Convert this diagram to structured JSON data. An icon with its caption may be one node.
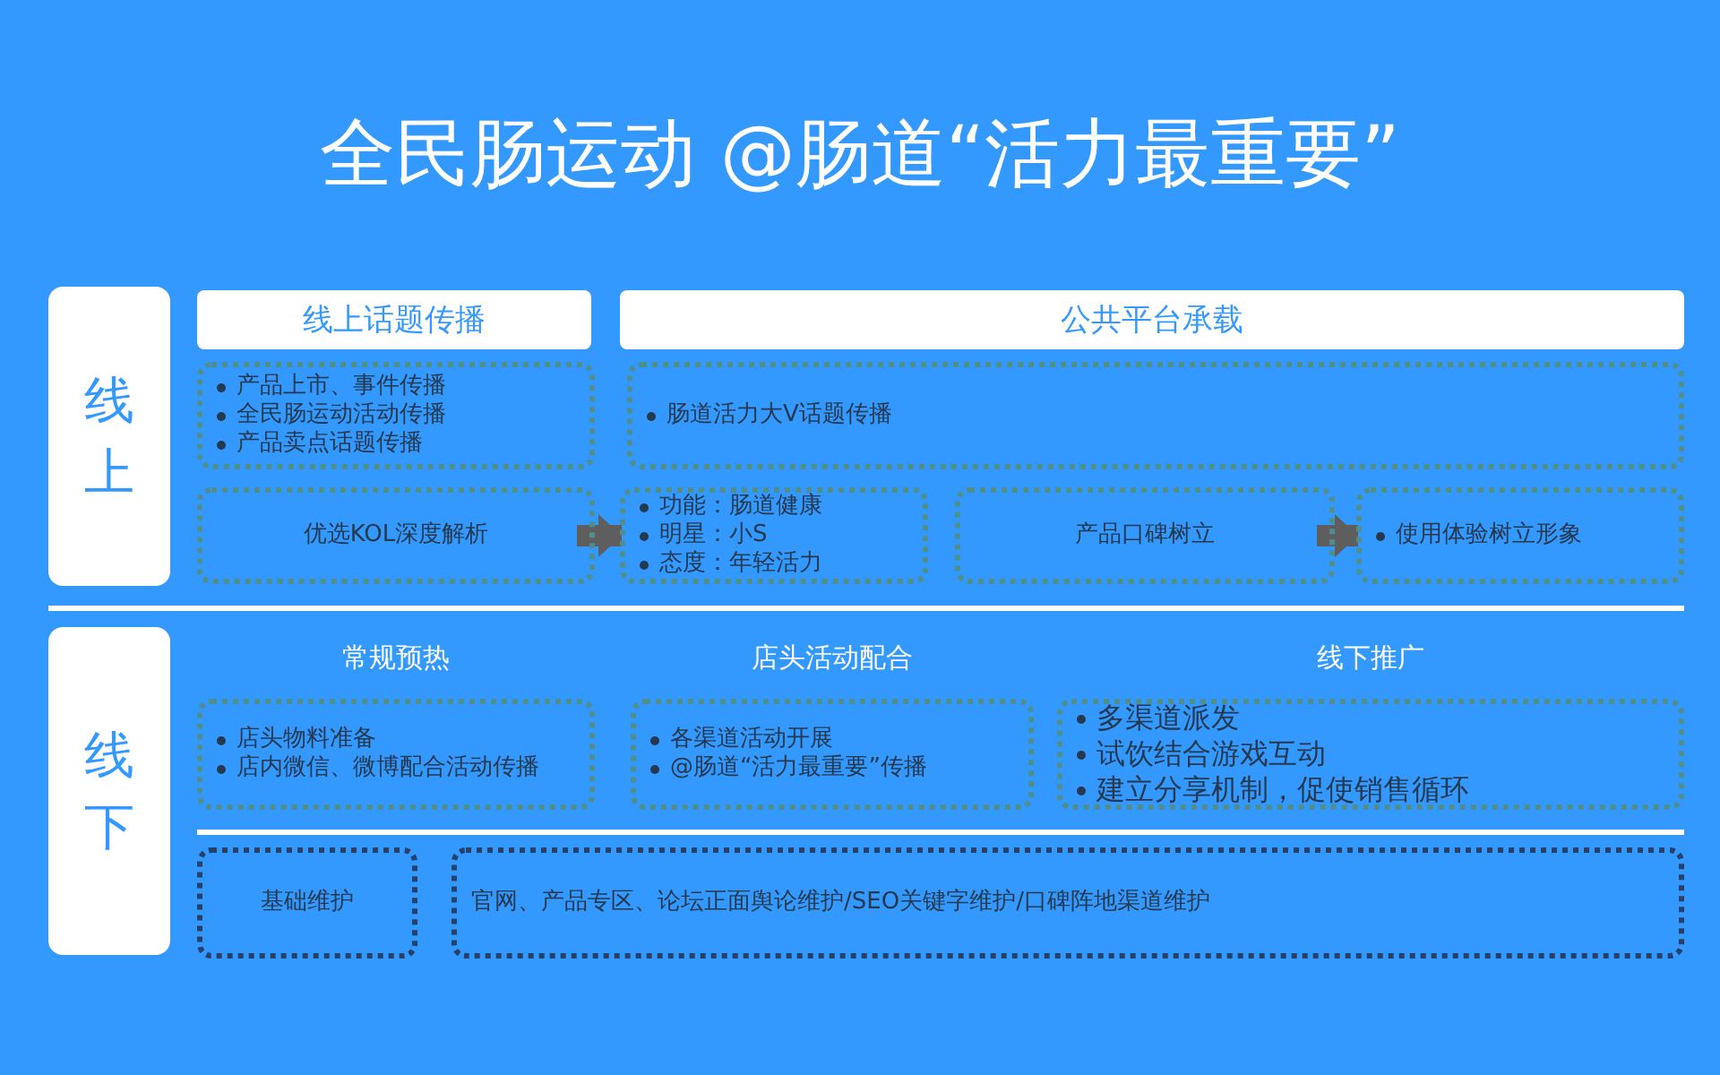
{
  "diagram": {
    "title": "全民肠运动 @肠道“活力最重要”",
    "nodes": [
      {
        "text": [
          "线上"
        ]
      },
      {
        "text": [
          "线上话题传播"
        ]
      },
      {
        "text": [
          "公共平台承载"
        ]
      },
      {
        "text": [
          "产品上市、事件传播",
          "全民肠运动活动传播",
          "产品卖点话题传播"
        ]
      },
      {
        "text": [
          "肠道活力大V话题传播"
        ]
      },
      {
        "text": [
          "优选KOL深度解析"
        ]
      },
      {
        "text": [
          "功能：肠道健康",
          "明星：小S",
          "态度：年轻活力"
        ]
      },
      {
        "text": [
          "产品口碑树立"
        ]
      },
      {
        "text": [
          "使用体验树立形象"
        ]
      },
      {
        "text": [
          "线下"
        ]
      },
      {
        "text": [
          "常规预热",
          "店头物料准备",
          "店内微信、微博配合活动传播"
        ]
      },
      {
        "text": [
          "店头活动配合",
          "各渠道活动开展",
          "@肠道“活力最重要”传播"
        ]
      },
      {
        "text": [
          "线下推广",
          "多渠道派发",
          "试饮结合游戏互动",
          "建立分享机制，促使销售循环"
        ]
      },
      {
        "text": [
          "基础维护"
        ]
      },
      {
        "text": [
          "官网、产品专区、论坛正面舆论维护/SEO关键字维护/口碑阵地渠道维护"
        ]
      }
    ],
    "edges": [
      {
        "from": 5,
        "to": 6,
        "arrow": "to"
      },
      {
        "from": 7,
        "to": 8,
        "arrow": "to"
      }
    ]
  }
}
